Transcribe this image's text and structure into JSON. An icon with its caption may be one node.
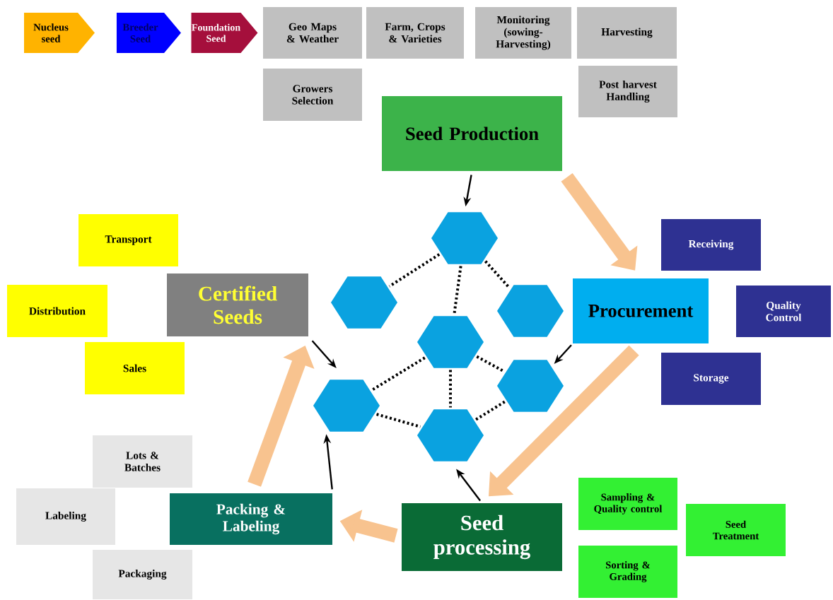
{
  "diagram": {
    "nodes": [
      {
        "text": [
          "Nucleus seed"
        ]
      },
      {
        "text": [
          "Breeder Seed"
        ]
      },
      {
        "text": [
          "Foundation Seed"
        ]
      },
      {
        "text": [
          "Geo Maps & Weather"
        ]
      },
      {
        "text": [
          "Farm, Crops & Varieties"
        ]
      },
      {
        "text": [
          "Monitoring (sowing-Harvesting)"
        ]
      },
      {
        "text": [
          "Harvesting"
        ]
      },
      {
        "text": [
          "Growers Selection"
        ]
      },
      {
        "text": [
          "Post harvest Handling"
        ]
      },
      {
        "text": [
          "Seed Production"
        ]
      },
      {
        "text": [
          "Transport"
        ]
      },
      {
        "text": [
          "Certified Seeds"
        ]
      },
      {
        "text": [
          "Distribution"
        ]
      },
      {
        "text": [
          "Sales"
        ]
      },
      {
        "text": [
          "Receiving"
        ]
      },
      {
        "text": [
          "Procurement"
        ]
      },
      {
        "text": [
          "Quality Control"
        ]
      },
      {
        "text": [
          "Storage"
        ]
      },
      {
        "text": [
          "Lots & Batches"
        ]
      },
      {
        "text": [
          "Labeling"
        ]
      },
      {
        "text": [
          "Packing & Labeling"
        ]
      },
      {
        "text": [
          "Seed processing"
        ]
      },
      {
        "text": [
          "Sampling & Quality control"
        ]
      },
      {
        "text": [
          "Seed Treatment"
        ]
      },
      {
        "text": [
          "Packaging"
        ]
      },
      {
        "text": [
          "Sorting & Grading"
        ]
      },
      {
        "text": [],
        "shape": "hexagon"
      },
      {
        "text": [],
        "shape": "hexagon"
      },
      {
        "text": [],
        "shape": "hexagon"
      },
      {
        "text": [],
        "shape": "hexagon"
      },
      {
        "text": [],
        "shape": "hexagon"
      },
      {
        "text": [],
        "shape": "hexagon"
      },
      {
        "text": [],
        "shape": "hexagon"
      }
    ],
    "edges": [
      {
        "from": 9,
        "to": 26,
        "arrow": "to"
      },
      {
        "from": 11,
        "to": 31,
        "arrow": "to"
      },
      {
        "from": 15,
        "to": 30,
        "arrow": "to"
      },
      {
        "from": 21,
        "to": 32,
        "arrow": "to"
      },
      {
        "from": 20,
        "to": 31,
        "arrow": "to"
      },
      {
        "from": 26,
        "to": 27,
        "arrow": "none",
        "style": "dashed"
      },
      {
        "from": 26,
        "to": 28,
        "arrow": "none",
        "style": "dashed"
      },
      {
        "from": 26,
        "to": 29,
        "arrow": "none",
        "style": "dashed"
      },
      {
        "from": 29,
        "to": 31,
        "arrow": "none",
        "style": "dashed"
      },
      {
        "from": 29,
        "to": 30,
        "arrow": "none",
        "style": "dashed"
      },
      {
        "from": 29,
        "to": 32,
        "arrow": "none",
        "style": "dashed"
      },
      {
        "from": 31,
        "to": 32,
        "arrow": "none",
        "style": "dashed"
      },
      {
        "from": 32,
        "to": 30,
        "arrow": "none",
        "style": "dashed"
      },
      {
        "from": 9,
        "to": 15,
        "arrow": "to",
        "style": "thick",
        "color": "#f8c38f"
      },
      {
        "from": 15,
        "to": 21,
        "arrow": "to",
        "style": "thick",
        "color": "#f8c38f"
      },
      {
        "from": 21,
        "to": 20,
        "arrow": "to",
        "style": "thick",
        "color": "#f8c38f"
      },
      {
        "from": 20,
        "to": 11,
        "arrow": "to",
        "style": "thick",
        "color": "#f8c38f"
      }
    ]
  }
}
